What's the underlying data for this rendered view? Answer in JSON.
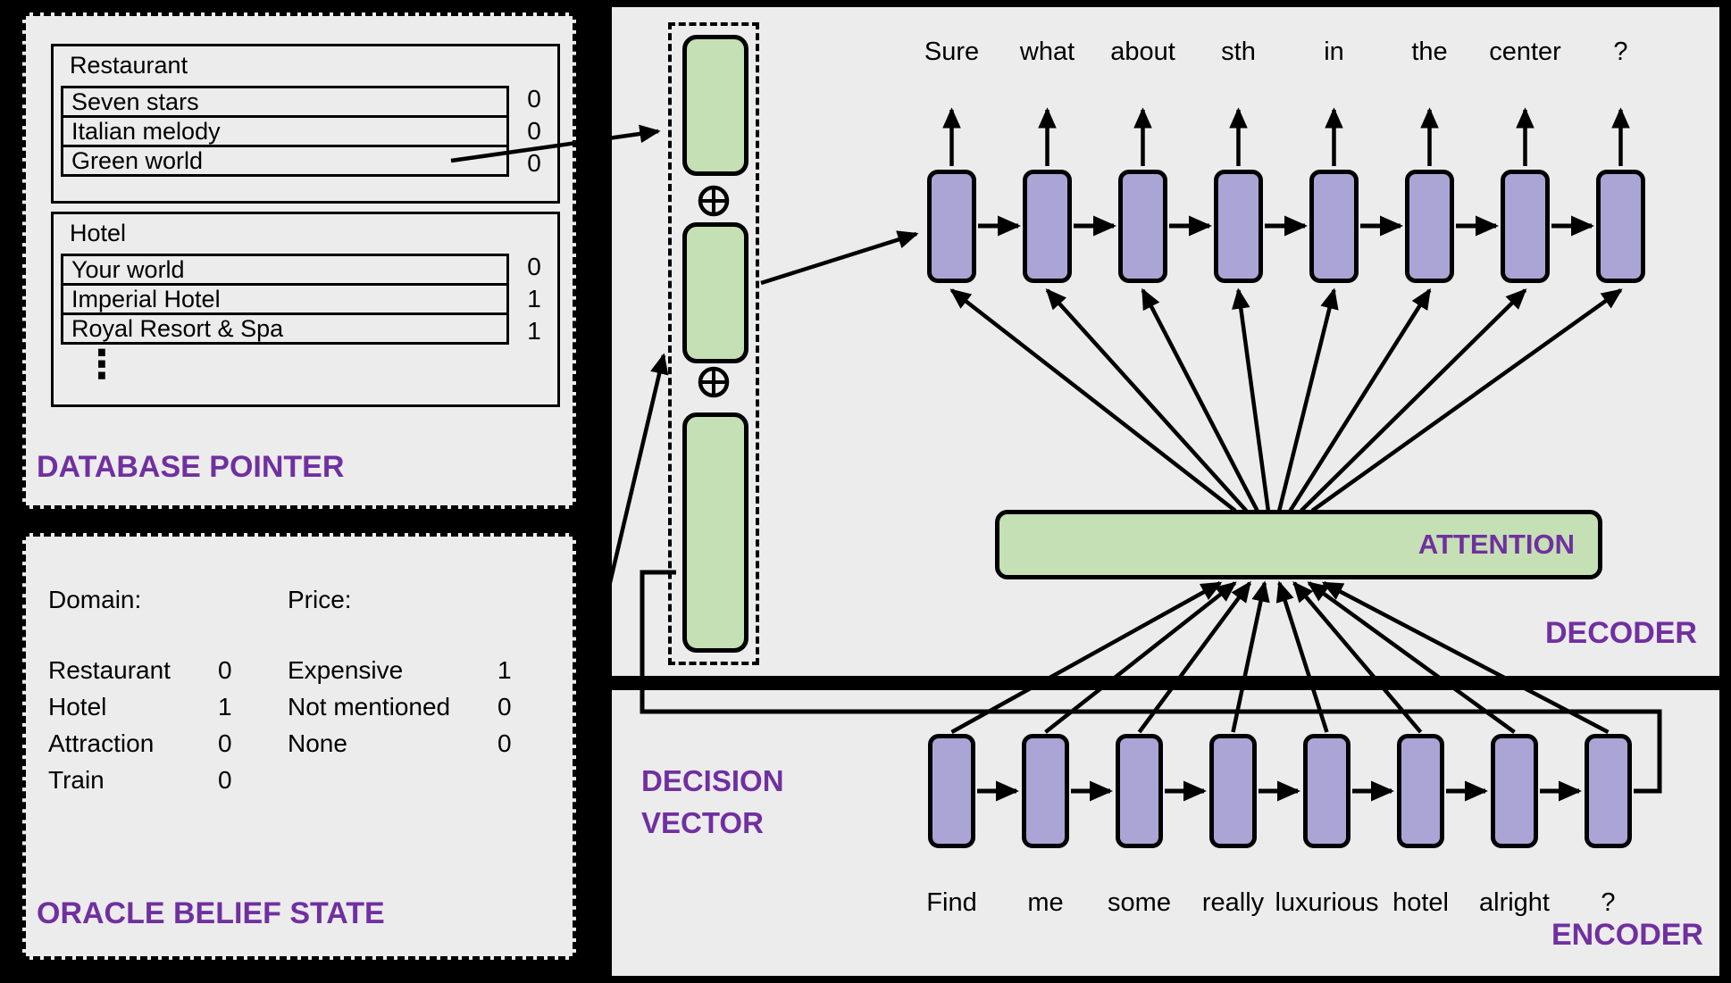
{
  "colors": {
    "page_background": "#000000",
    "panel_background": "#ececec",
    "green_fill": "#c5e0b4",
    "purple_cell_fill": "#aba5d6",
    "purple_text": "#7030a0",
    "line_color": "#000000"
  },
  "database_pointer": {
    "label": "DATABASE POINTER",
    "tables": [
      {
        "title": "Restaurant",
        "rows": [
          {
            "name": "Seven stars",
            "value": "0"
          },
          {
            "name": "Italian melody",
            "value": "0"
          },
          {
            "name": "Green world",
            "value": "0"
          }
        ]
      },
      {
        "title": "Hotel",
        "rows": [
          {
            "name": "Your world",
            "value": "0"
          },
          {
            "name": "Imperial Hotel",
            "value": "1"
          },
          {
            "name": "Royal Resort & Spa",
            "value": "1"
          }
        ],
        "ellipsis": "⋮"
      }
    ]
  },
  "belief_state": {
    "label": "ORACLE BELIEF STATE",
    "domain": {
      "header": "Domain:",
      "rows": [
        {
          "name": "Restaurant",
          "value": "0"
        },
        {
          "name": "Hotel",
          "value": "1"
        },
        {
          "name": "Attraction",
          "value": "0"
        },
        {
          "name": "Train",
          "value": "0"
        }
      ]
    },
    "price": {
      "header": "Price:",
      "rows": [
        {
          "name": "Expensive",
          "value": "1"
        },
        {
          "name": "Not mentioned",
          "value": "0"
        },
        {
          "name": "None",
          "value": "0"
        }
      ]
    }
  },
  "decision_vector": {
    "label_line1": "DECISION",
    "label_line2": "VECTOR",
    "concat_symbol": "⊕"
  },
  "decoder": {
    "label": "DECODER",
    "attention_label": "ATTENTION",
    "tokens": [
      "Sure",
      "what",
      "about",
      "sth",
      "in",
      "the",
      "center",
      "?"
    ]
  },
  "encoder": {
    "label": "ENCODER",
    "tokens": [
      "Find",
      "me",
      "some",
      "really",
      "luxurious",
      "hotel",
      "alright",
      "?"
    ]
  }
}
